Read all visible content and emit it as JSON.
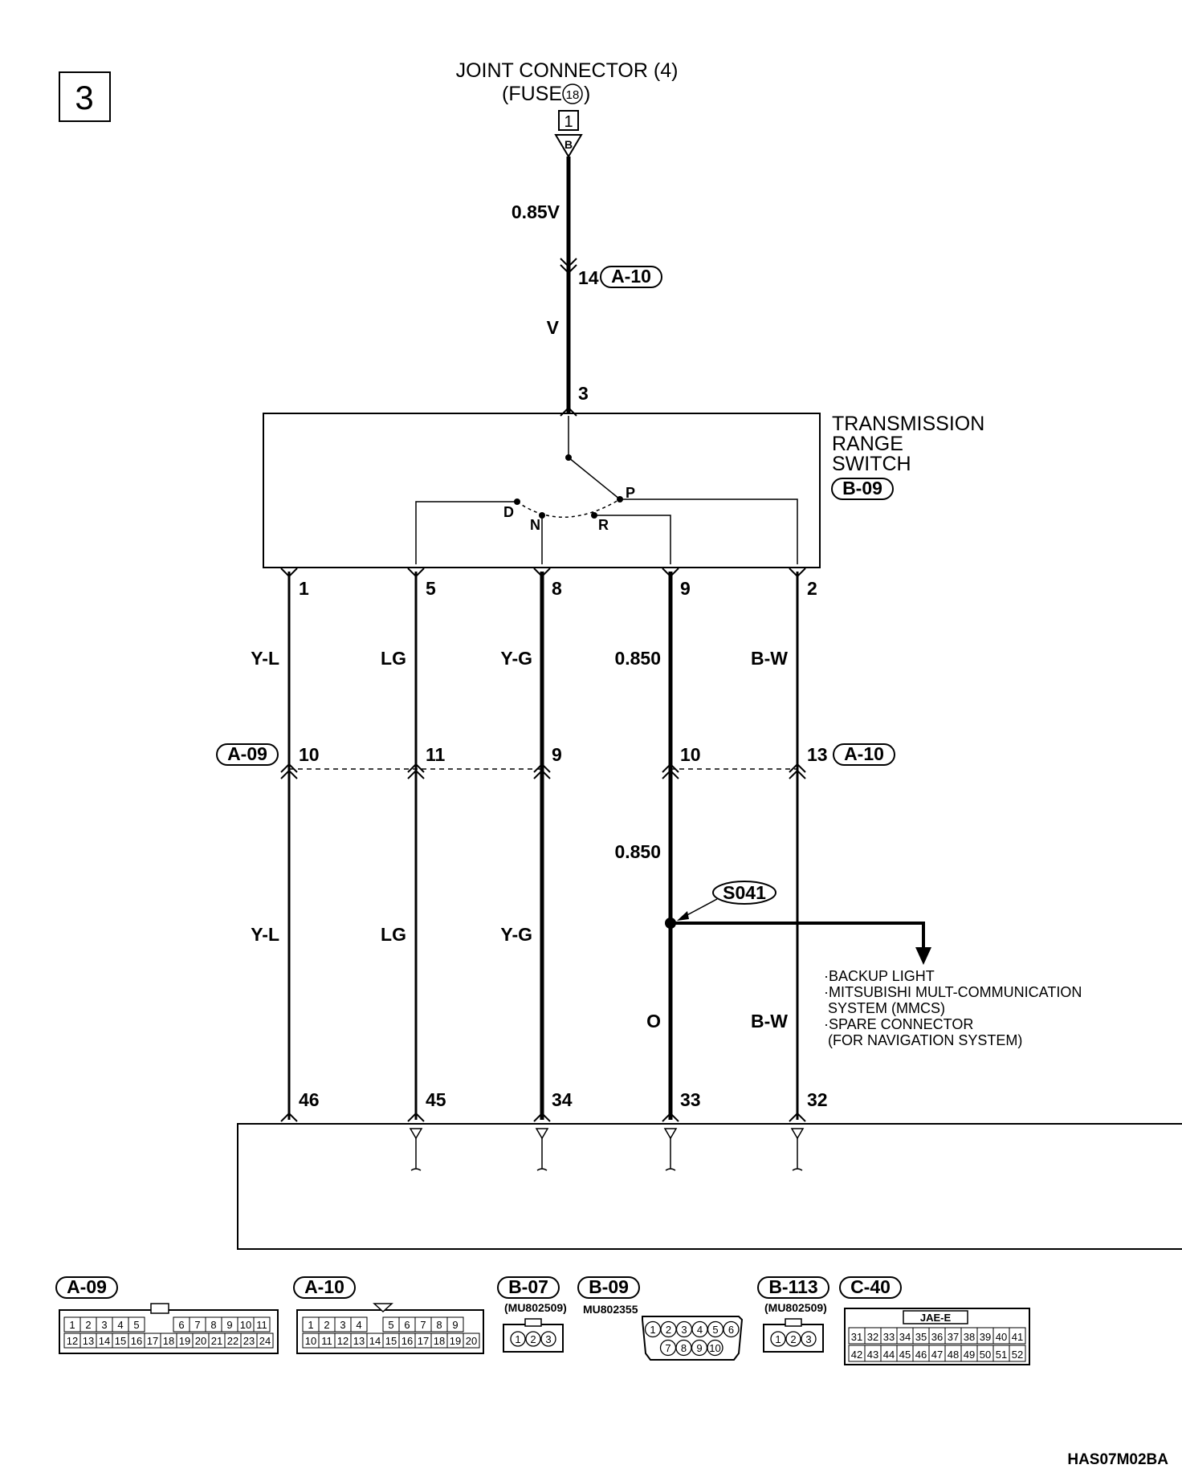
{
  "page_number": "3",
  "source": {
    "title_line1": "JOINT CONNECTOR (4)",
    "title_line2_prefix": "(FUSE",
    "fuse_number": "18",
    "title_line2_suffix": ")",
    "terminal": "1",
    "ground_code": "B",
    "wire_size_color": "0.85V"
  },
  "upper_connector": {
    "pin": "14",
    "code": "A-10"
  },
  "wire_v_label": "V",
  "switch": {
    "name_line1": "TRANSMISSION",
    "name_line2": "RANGE",
    "name_line3": "SWITCH",
    "code": "B-09",
    "input_pin": "3",
    "positions": {
      "p": "P",
      "d": "D",
      "n": "N",
      "r": "R"
    }
  },
  "wires": [
    {
      "top_pin": "1",
      "color_upper": "Y-L",
      "junction_pin": "10",
      "color_lower": "Y-L",
      "bottom_pin": "46"
    },
    {
      "top_pin": "5",
      "color_upper": "LG",
      "junction_pin": "11",
      "color_lower": "LG",
      "bottom_pin": "45"
    },
    {
      "top_pin": "8",
      "color_upper": "Y-G",
      "junction_pin": "9",
      "color_lower": "Y-G",
      "bottom_pin": "34"
    },
    {
      "top_pin": "9",
      "color_upper": "0.850",
      "junction_pin": "10",
      "color_mid": "0.850",
      "color_lower": "O",
      "bottom_pin": "33"
    },
    {
      "top_pin": "2",
      "color_upper": "B-W",
      "junction_pin": "13",
      "color_lower": "B-W",
      "bottom_pin": "32"
    }
  ],
  "junction_left_code": "A-09",
  "junction_right_code": "A-10",
  "splice": {
    "code": "S041"
  },
  "destinations": [
    "·BACKUP LIGHT",
    "·MITSUBISHI MULT-COMMUNICATION",
    " SYSTEM (MMCS)",
    "·SPARE CONNECTOR",
    " (FOR NAVIGATION SYSTEM)"
  ],
  "connector_legend": {
    "a09": {
      "code": "A-09",
      "row1": [
        "1",
        "2",
        "3",
        "4",
        "5",
        "",
        "6",
        "7",
        "8",
        "9",
        "10",
        "11"
      ],
      "row2": [
        "12",
        "13",
        "14",
        "15",
        "16",
        "17",
        "18",
        "19",
        "20",
        "21",
        "22",
        "23",
        "24"
      ]
    },
    "a10": {
      "code": "A-10",
      "row1": [
        "1",
        "2",
        "3",
        "4",
        "",
        "5",
        "6",
        "7",
        "8",
        "9"
      ],
      "row2": [
        "10",
        "11",
        "12",
        "13",
        "14",
        "15",
        "16",
        "17",
        "18",
        "19",
        "20"
      ]
    },
    "b07": {
      "code": "B-07",
      "part": "(MU802509)",
      "pins": [
        "1",
        "2",
        "3"
      ]
    },
    "b09": {
      "code": "B-09",
      "part": "MU802355",
      "row1": [
        "1",
        "2",
        "3",
        "4",
        "5",
        "6"
      ],
      "row2": [
        "7",
        "8",
        "9",
        "10"
      ]
    },
    "b113": {
      "code": "B-113",
      "part": "(MU802509)",
      "pins": [
        "1",
        "2",
        "3"
      ]
    },
    "c40": {
      "code": "C-40",
      "header": "JAE-E",
      "row1": [
        "31",
        "32",
        "33",
        "34",
        "35",
        "36",
        "37",
        "38",
        "39",
        "40",
        "41"
      ],
      "row2": [
        "42",
        "43",
        "44",
        "45",
        "46",
        "47",
        "48",
        "49",
        "50",
        "51",
        "52"
      ]
    }
  },
  "figure_id": "HAS07M02BA"
}
